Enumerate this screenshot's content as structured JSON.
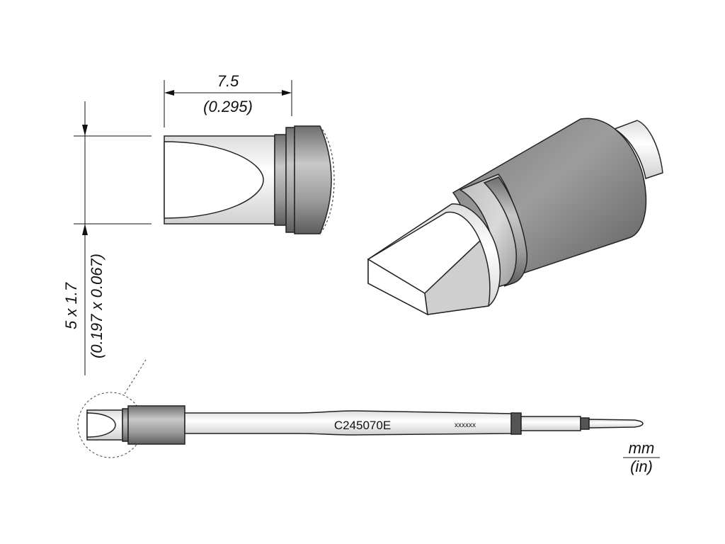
{
  "dimensions": {
    "length_mm": "7.5",
    "length_in": "(0.295)",
    "width_mm": "5 x 1.7",
    "width_in": "(0.197 x 0.067)"
  },
  "part": {
    "code": "C245070E",
    "marking": "xxxxxx"
  },
  "units": {
    "primary": "mm",
    "secondary": "(in)"
  },
  "colors": {
    "body_gray": "#8c8c8c",
    "light_gray": "#e8e8e8",
    "dark_band": "#555555"
  }
}
